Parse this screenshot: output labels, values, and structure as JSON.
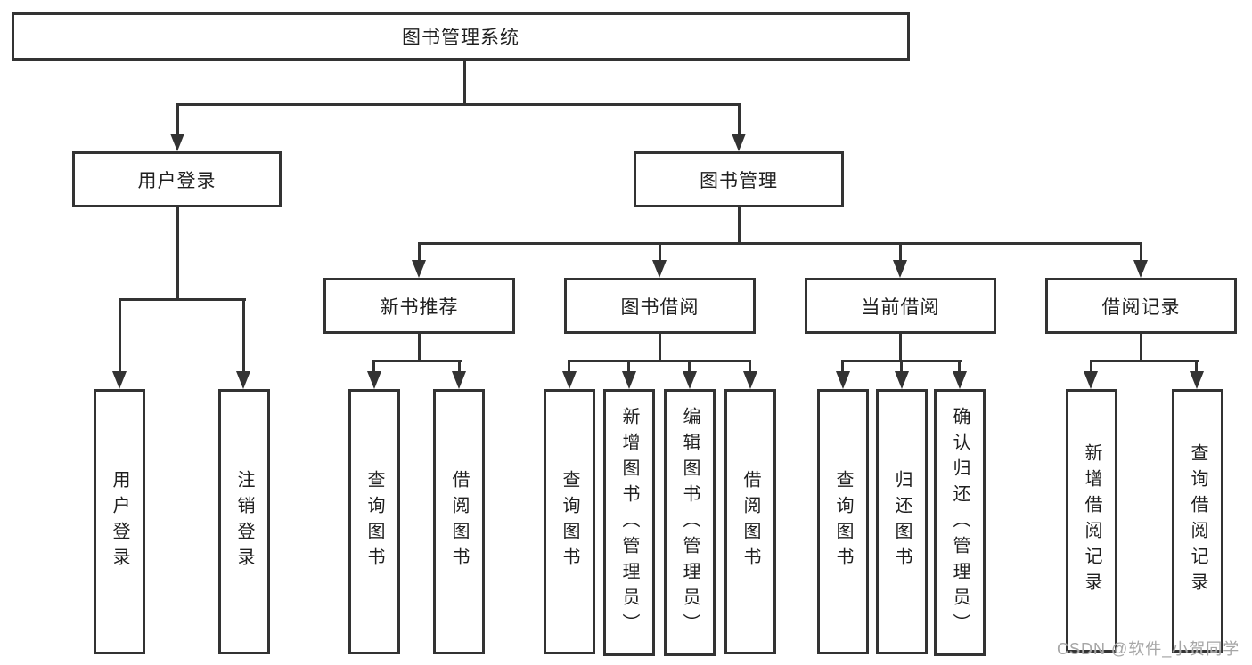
{
  "diagram": {
    "title": "图书管理系统",
    "watermark": "CSDN @软件_小贺同学",
    "colors": {
      "line": "#333333",
      "text": "#1f1f1f",
      "box_background": "#ffffff",
      "watermark": "#a6a6a6"
    },
    "nodes": [
      {
        "id": "root",
        "label": "图书管理系统",
        "level": 1,
        "parent": null
      },
      {
        "id": "user-login",
        "label": "用户登录",
        "level": 2,
        "parent": "root"
      },
      {
        "id": "book-mgmt",
        "label": "图书管理",
        "level": 2,
        "parent": "root"
      },
      {
        "id": "new-book-rec",
        "label": "新书推荐",
        "level": 3,
        "parent": "book-mgmt"
      },
      {
        "id": "book-borrow",
        "label": "图书借阅",
        "level": 3,
        "parent": "book-mgmt"
      },
      {
        "id": "current-borrow",
        "label": "当前借阅",
        "level": 3,
        "parent": "book-mgmt"
      },
      {
        "id": "borrow-records",
        "label": "借阅记录",
        "level": 3,
        "parent": "book-mgmt"
      },
      {
        "id": "leaf-user-login",
        "label": "用户登录",
        "level": 4,
        "parent": "user-login"
      },
      {
        "id": "leaf-logout",
        "label": "注销登录",
        "level": 4,
        "parent": "user-login"
      },
      {
        "id": "leaf-query-book-1",
        "label": "查询图书",
        "level": 4,
        "parent": "new-book-rec"
      },
      {
        "id": "leaf-borrow-book-1",
        "label": "借阅图书",
        "level": 4,
        "parent": "new-book-rec"
      },
      {
        "id": "leaf-query-book-2",
        "label": "查询图书",
        "level": 4,
        "parent": "book-borrow"
      },
      {
        "id": "leaf-add-book",
        "label": "新增图书（管理员）",
        "level": 4,
        "parent": "book-borrow"
      },
      {
        "id": "leaf-edit-book",
        "label": "编辑图书（管理员）",
        "level": 4,
        "parent": "book-borrow"
      },
      {
        "id": "leaf-borrow-book-2",
        "label": "借阅图书",
        "level": 4,
        "parent": "book-borrow"
      },
      {
        "id": "leaf-query-book-3",
        "label": "查询图书",
        "level": 4,
        "parent": "current-borrow"
      },
      {
        "id": "leaf-return-book",
        "label": "归还图书",
        "level": 4,
        "parent": "current-borrow"
      },
      {
        "id": "leaf-confirm-return",
        "label": "确认归还（管理员）",
        "level": 4,
        "parent": "current-borrow"
      },
      {
        "id": "leaf-add-borrow-record",
        "label": "新增借阅记录",
        "level": 4,
        "parent": "borrow-records"
      },
      {
        "id": "leaf-query-borrow-record",
        "label": "查询借阅记录",
        "level": 4,
        "parent": "borrow-records"
      }
    ]
  }
}
